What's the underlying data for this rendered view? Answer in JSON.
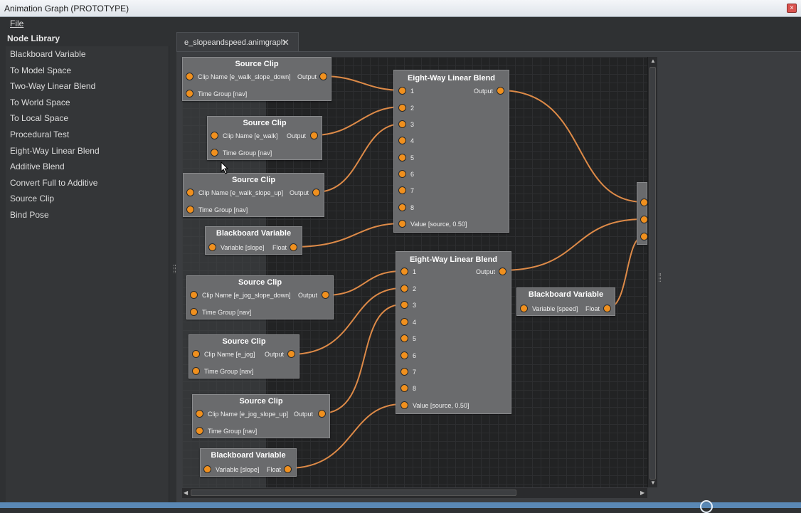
{
  "window": {
    "title": "Animation Graph (PROTOTYPE)",
    "close_icon": "close-icon"
  },
  "menu": {
    "file": "File"
  },
  "library": {
    "title": "Node Library",
    "items": [
      "Blackboard Variable",
      "To Model Space",
      "Two-Way Linear Blend",
      "To World Space",
      "To Local Space",
      "Procedural Test",
      "Eight-Way Linear Blend",
      "Additive Blend",
      "Convert Full to Additive",
      "Source Clip",
      "Bind Pose"
    ]
  },
  "tab": {
    "label": "e_slopeandspeed.animgraph",
    "icon": "pin-icon"
  },
  "colors": {
    "pin": "#f0901e",
    "wire": "#e8904a",
    "canvas": "#222324",
    "node": "#6a6b6d"
  },
  "nodes": {
    "sc1": {
      "title": "Source Clip",
      "clip": "Clip Name [e_walk_slope_down]",
      "output": "Output",
      "time": "Time Group [nav]"
    },
    "sc2": {
      "title": "Source Clip",
      "clip": "Clip Name [e_walk]",
      "output": "Output",
      "time": "Time Group [nav]"
    },
    "sc3": {
      "title": "Source Clip",
      "clip": "Clip Name [e_walk_slope_up]",
      "output": "Output",
      "time": "Time Group [nav]"
    },
    "bb1": {
      "title": "Blackboard Variable",
      "variable": "Variable [slope]",
      "output": "Float"
    },
    "blend1": {
      "title": "Eight-Way Linear Blend",
      "output": "Output",
      "inputs": [
        "1",
        "2",
        "3",
        "4",
        "5",
        "6",
        "7",
        "8"
      ],
      "value": "Value [source, 0.50]"
    },
    "sc4": {
      "title": "Source Clip",
      "clip": "Clip Name [e_jog_slope_down]",
      "output": "Output",
      "time": "Time Group [nav]"
    },
    "sc5": {
      "title": "Source Clip",
      "clip": "Clip Name [e_jog]",
      "output": "Output",
      "time": "Time Group [nav]"
    },
    "sc6": {
      "title": "Source Clip",
      "clip": "Clip Name [e_jog_slope_up]",
      "output": "Output",
      "time": "Time Group [nav]"
    },
    "bb2": {
      "title": "Blackboard Variable",
      "variable": "Variable [slope]",
      "output": "Float"
    },
    "blend2": {
      "title": "Eight-Way Linear Blend",
      "output": "Output",
      "inputs": [
        "1",
        "2",
        "3",
        "4",
        "5",
        "6",
        "7",
        "8"
      ],
      "value": "Value [source, 0.50]"
    },
    "bb3": {
      "title": "Blackboard Variable",
      "variable": "Variable [speed]",
      "output": "Float"
    }
  }
}
